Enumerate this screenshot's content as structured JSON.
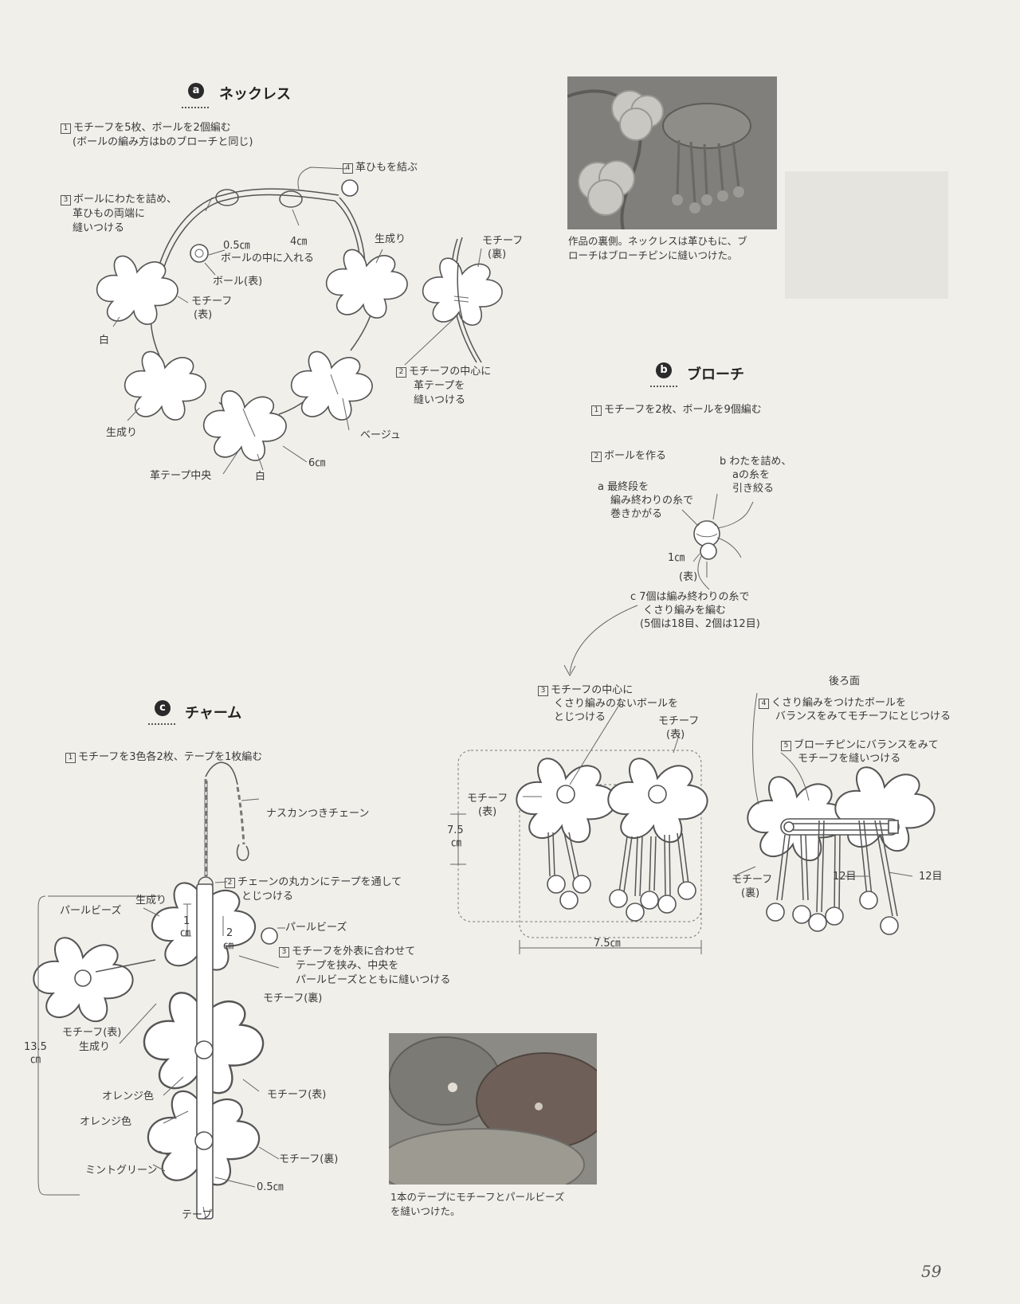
{
  "page_number": "59",
  "necklace": {
    "badge": "a",
    "title": "ネックレス",
    "step1_num": "1",
    "step1_line1": "モチーフを5枚、ボールを2個編む",
    "step1_line2": "(ボールの編み方はbのブローチと同じ)",
    "step4_num": "4",
    "step4": "革ひもを結ぶ",
    "step3_num": "3",
    "step3_lines": [
      "ボールにわたを詰め、",
      "革ひもの両端に",
      "縫いつける"
    ],
    "dim_ball": "0.5㎝",
    "ball_note": "ボールの中に入れる",
    "ball_label": "ボール(表)",
    "dim_knot": "4㎝",
    "motif_front": [
      "モチーフ",
      "(表)"
    ],
    "color_white": "白",
    "color_natural": "生成り",
    "color_beige": "ベージュ",
    "leather_center": "革テープ中央",
    "dim_6": "6㎝",
    "motif_back": [
      "モチーフ",
      "(裏)"
    ],
    "step2_num": "2",
    "step2_lines": [
      "モチーフの中心に",
      "革テープを",
      "縫いつける"
    ]
  },
  "photo1": {
    "caption_lines": [
      "作品の裏側。ネックレスは革ひもに、ブ",
      "ローチはブローチピンに縫いつけた。"
    ]
  },
  "brooch": {
    "badge": "b",
    "title": "ブローチ",
    "step1_num": "1",
    "step1": "モチーフを2枚、ボールを9個編む",
    "step2_num": "2",
    "step2": "ボールを作る",
    "note_b": [
      "b わたを詰め、",
      "aの糸を",
      "引き絞る"
    ],
    "note_a": [
      "a 最終段を",
      "編み終わりの糸で",
      "巻きかがる"
    ],
    "dim_1": "1㎝",
    "front": "(表)",
    "note_c": [
      "c 7個は編み終わりの糸で",
      "くさり編みを編む",
      "(5個は18目、2個は12目)"
    ],
    "step3_num": "3",
    "step3_lines": [
      "モチーフの中心に",
      "くさり編みのないボールを",
      "とじつける"
    ],
    "motif_front_right": [
      "モチーフ",
      "(表)"
    ],
    "motif_front_left": [
      "モチーフ",
      "(表)"
    ],
    "dim_75v": [
      "7.5",
      "㎝"
    ],
    "dim_75h": "7.5㎝",
    "back_title": "後ろ面",
    "step4_num": "4",
    "step4_lines": [
      "くさり編みをつけたボールを",
      "バランスをみてモチーフにとじつける"
    ],
    "step5_num": "5",
    "step5_lines": [
      "ブローチピンにバランスをみて",
      "モチーフを縫いつける"
    ],
    "motif_back": [
      "モチーフ",
      "(裏)"
    ],
    "stitch12a": "12目",
    "stitch12b": "12目"
  },
  "charm": {
    "badge": "c",
    "title": "チャーム",
    "step1_num": "1",
    "step1": "モチーフを3色各2枚、テープを1枚編む",
    "chain": "ナスカンつきチェーン",
    "step2_num": "2",
    "step2_lines": [
      "チェーンの丸カンにテープを通して",
      "とじつける"
    ],
    "pearl_left": "パールビーズ",
    "natural": "生成り",
    "pearl_right": "パールビーズ",
    "dim_1": [
      "1",
      "㎝"
    ],
    "dim_2": [
      "2",
      "㎝"
    ],
    "step3_num": "3",
    "step3_lines": [
      "モチーフを外表に合わせて",
      "テープを挟み、中央を",
      "パールビーズとともに縫いつける"
    ],
    "motif_back1": "モチーフ(裏)",
    "motif_front_left": "モチーフ(表)",
    "natural_left": "生成り",
    "dim_135": [
      "13.5",
      "㎝"
    ],
    "motif_front2": "モチーフ(表)",
    "orange1": "オレンジ色",
    "orange2": "オレンジ色",
    "motif_back2": "モチーフ(裏)",
    "mint": "ミントグリーン",
    "dim_05": "0.5㎝",
    "tape": "テープ"
  },
  "photo2": {
    "caption_lines": [
      "1本のテープにモチーフとパールビーズ",
      "を縫いつけた。"
    ]
  }
}
